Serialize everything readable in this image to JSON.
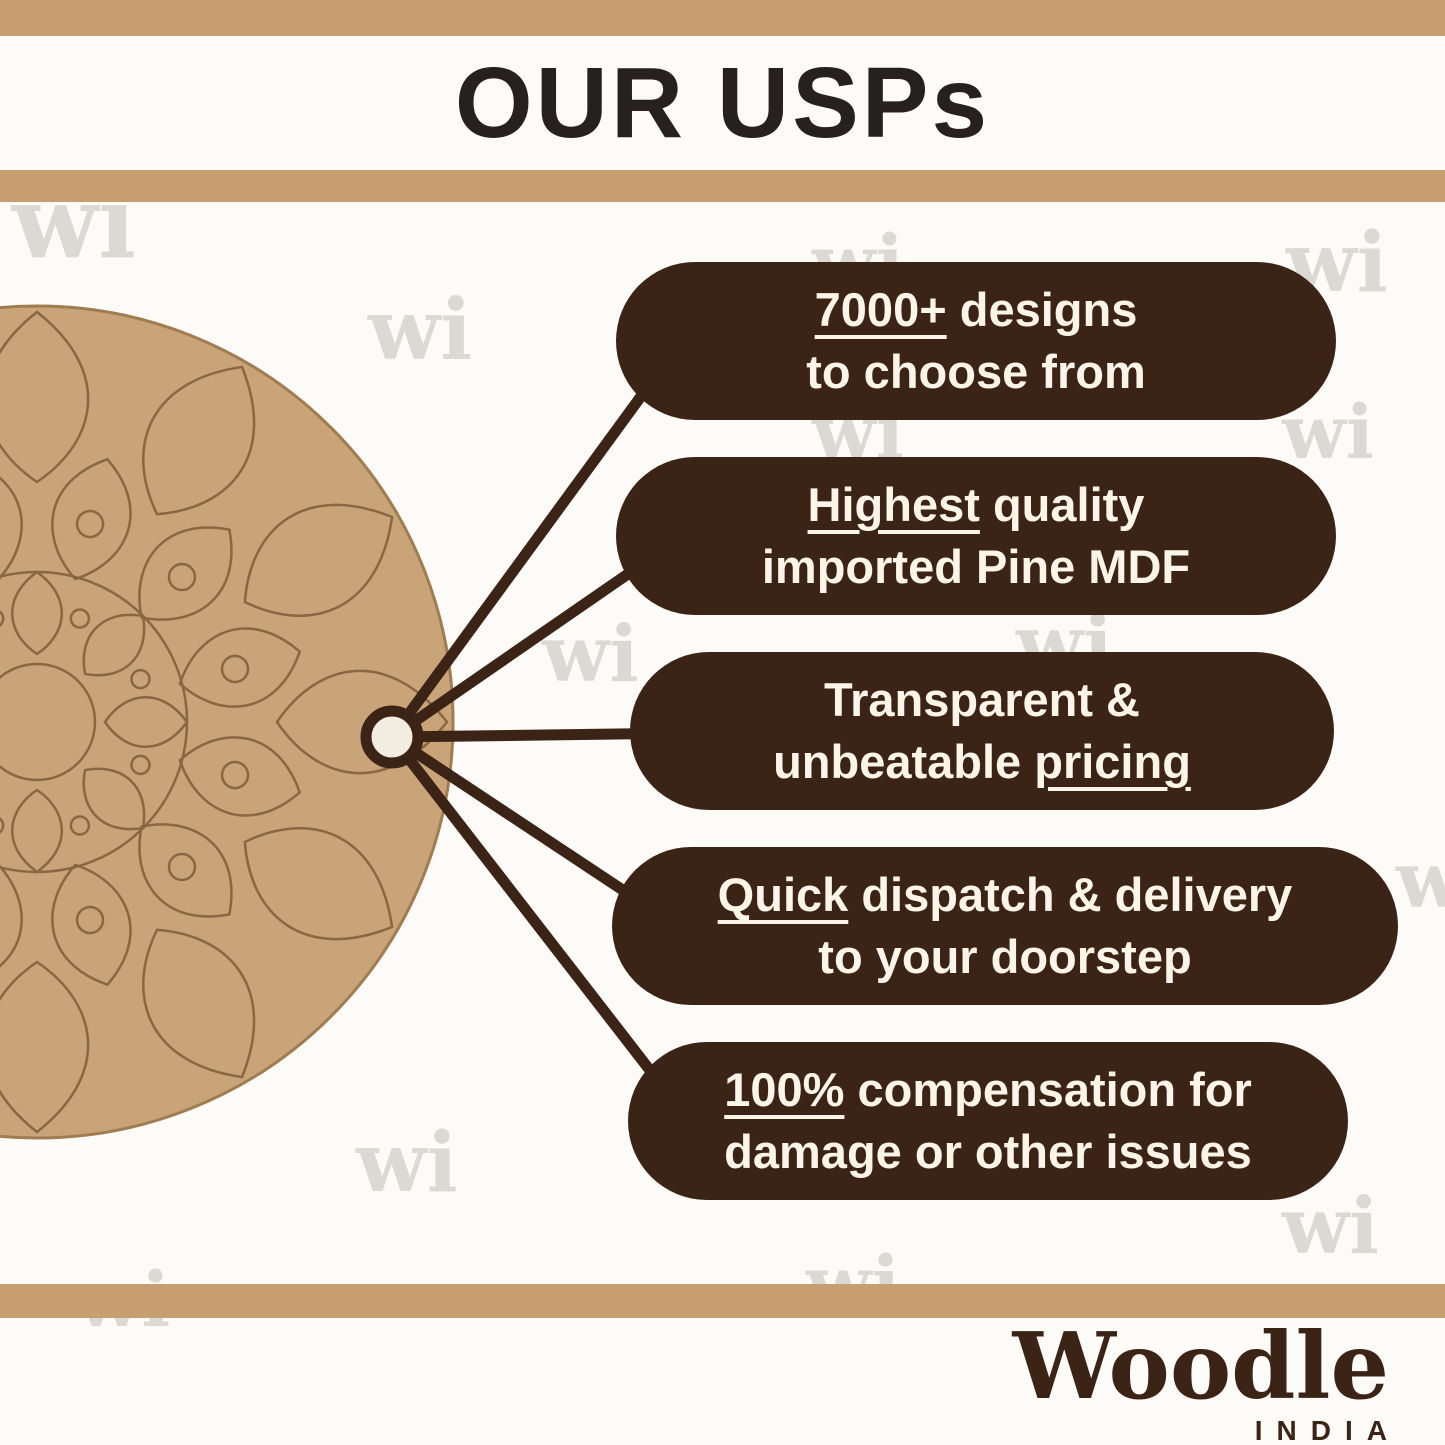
{
  "header": {
    "title": "OUR USPs"
  },
  "watermark": {
    "text": "wi"
  },
  "usps": [
    {
      "name": "designs",
      "line1": [
        {
          "t": "7000+",
          "u": true
        },
        {
          "t": " designs",
          "u": false
        }
      ],
      "line2": [
        {
          "t": "to choose from",
          "u": false
        }
      ]
    },
    {
      "name": "quality",
      "line1": [
        {
          "t": "Highest",
          "u": true
        },
        {
          "t": " quality",
          "u": false
        }
      ],
      "line2": [
        {
          "t": "imported Pine MDF",
          "u": false
        }
      ]
    },
    {
      "name": "pricing",
      "line1": [
        {
          "t": "Transparent &",
          "u": false
        }
      ],
      "line2": [
        {
          "t": "unbeatable ",
          "u": false
        },
        {
          "t": "pricing",
          "u": true
        }
      ]
    },
    {
      "name": "delivery",
      "line1": [
        {
          "t": "Quick",
          "u": true
        },
        {
          "t": " dispatch & delivery",
          "u": false
        }
      ],
      "line2": [
        {
          "t": "to your doorstep",
          "u": false
        }
      ]
    },
    {
      "name": "compensation",
      "line1": [
        {
          "t": "100%",
          "u": true
        },
        {
          "t": " compensation for",
          "u": false
        }
      ],
      "line2": [
        {
          "t": "damage or other issues",
          "u": false
        }
      ]
    }
  ],
  "footer": {
    "brand": "Woodle",
    "subtext": "INDIA"
  },
  "colors": {
    "tan_band": "#c79e6f",
    "dark_brown": "#3b2416",
    "badge_text": "#fbf4e9",
    "board_fill": "#c9a478",
    "board_line": "#8a6743",
    "hub_fill": "#f3ede1",
    "title_text": "#262120",
    "background": "#fcfbf8"
  }
}
